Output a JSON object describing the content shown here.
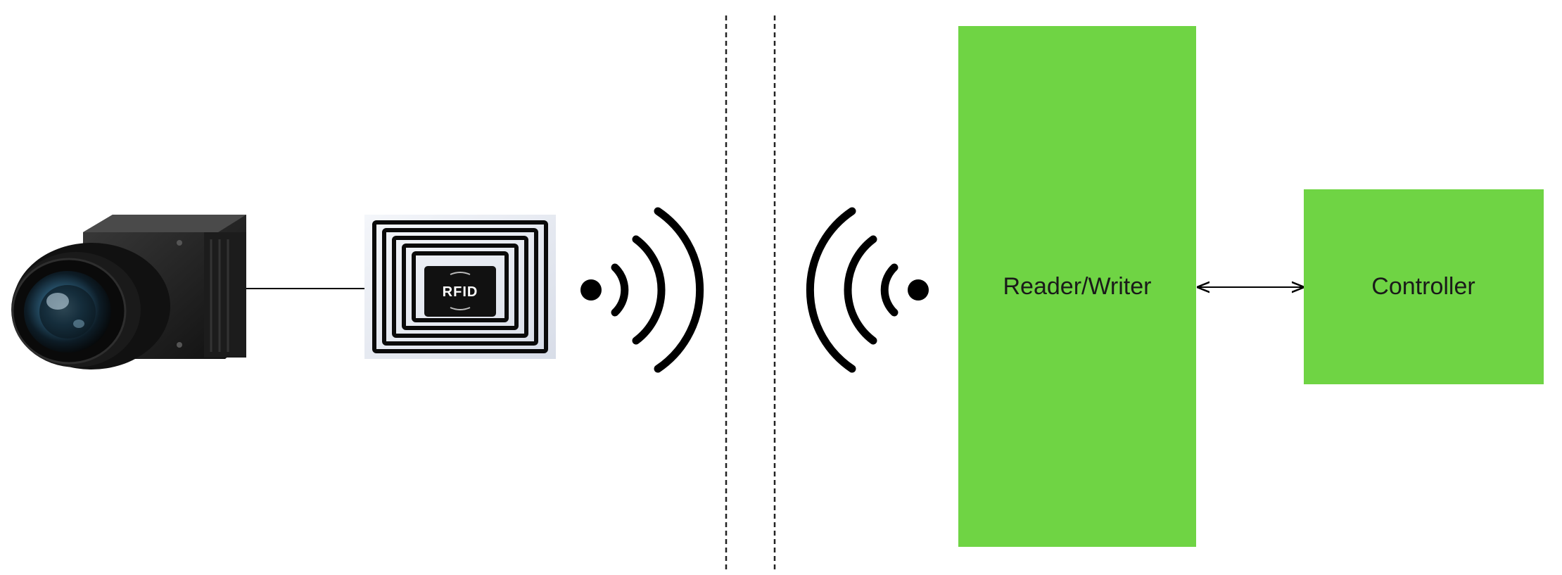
{
  "colors": {
    "block_fill": "#6fd444",
    "line": "#000000",
    "background": "#ffffff"
  },
  "icons": {
    "camera": "camera-module-icon",
    "tag": "rfid-tag-icon",
    "tag_signal": "wireless-signal-icon",
    "reader_signal": "wireless-signal-icon"
  },
  "tag": {
    "chip_label": "RFID"
  },
  "reader": {
    "label": "Reader/Writer"
  },
  "controller": {
    "label": "Controller"
  },
  "link": {
    "style": "bidirectional-arrow"
  },
  "separator": {
    "style": "double-dashed-vertical"
  }
}
